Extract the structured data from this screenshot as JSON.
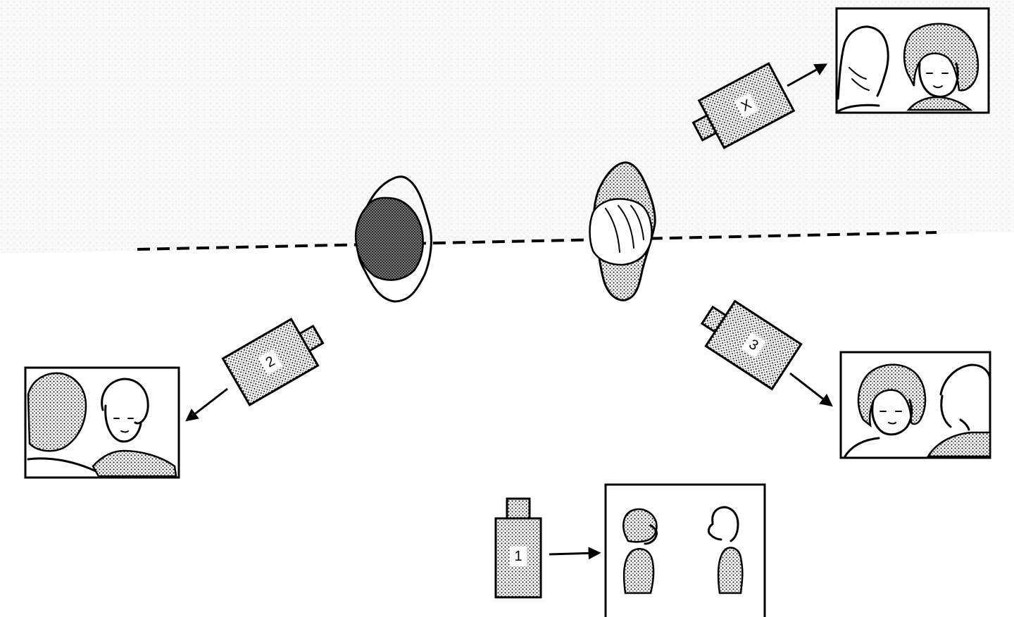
{
  "cameras": [
    {
      "id": "cam-x",
      "label": "X"
    },
    {
      "id": "cam-2",
      "label": "2"
    },
    {
      "id": "cam-3",
      "label": "3"
    },
    {
      "id": "cam-1",
      "label": "1"
    }
  ],
  "colors": {
    "ink": "#000000",
    "paper": "#ffffff",
    "stipple": "#8a8a8a",
    "background_tint": "#f3f3f3"
  }
}
